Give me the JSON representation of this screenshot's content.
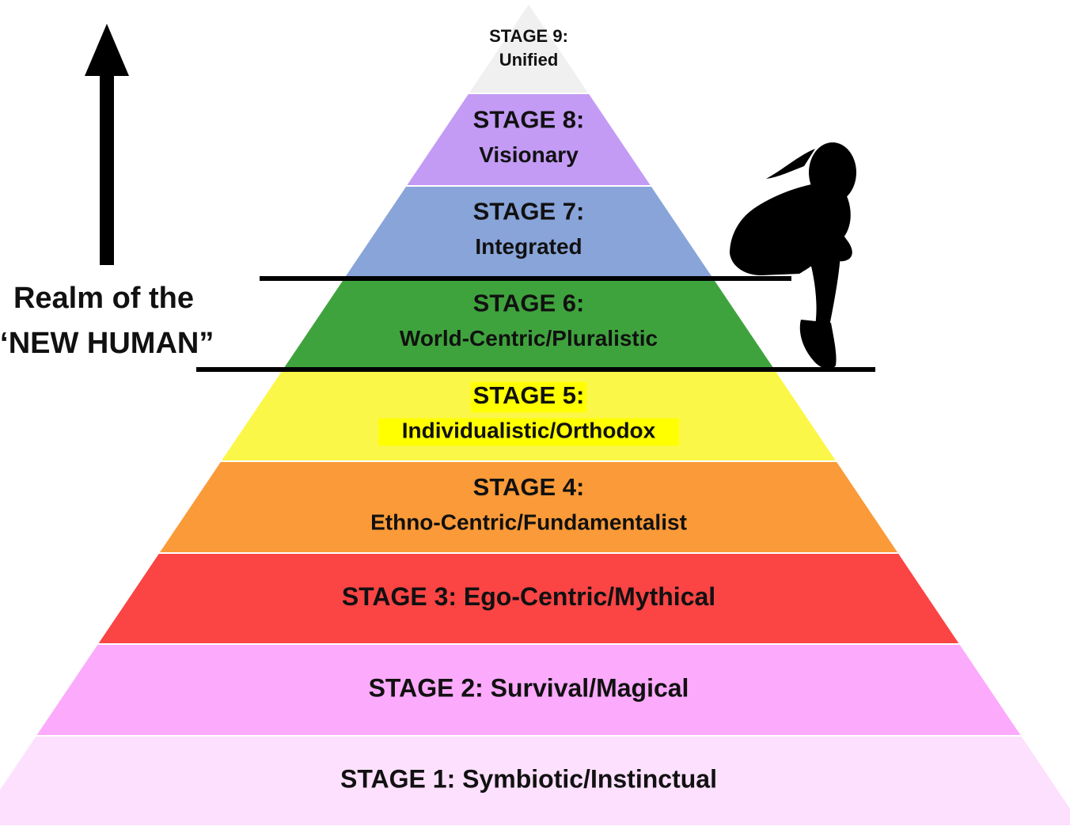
{
  "side_label": {
    "line1": "Realm of the",
    "line2": "“NEW HUMAN”"
  },
  "stages": [
    {
      "title": "STAGE 9:",
      "subtitle": "Unified",
      "color": "#f0f0f0"
    },
    {
      "title": "STAGE 8:",
      "subtitle": "Visionary",
      "color": "#c39bf5"
    },
    {
      "title": "STAGE 7:",
      "subtitle": "Integrated",
      "color": "#88a4d9"
    },
    {
      "title": "STAGE 6:",
      "subtitle": "World-Centric/Pluralistic",
      "color": "#3fa33d"
    },
    {
      "title": "STAGE 5:",
      "subtitle": "Individualistic/Orthodox",
      "color": "#fbf748",
      "highlight": "#ffff00"
    },
    {
      "title": "STAGE 4:",
      "subtitle": "Ethno-Centric/Fundamentalist",
      "color": "#fb9a38"
    },
    {
      "title": "STAGE 3: Ego-Centric/Mythical",
      "subtitle": "",
      "color": "#fb4444"
    },
    {
      "title": "STAGE 2: Survival/Magical",
      "subtitle": "",
      "color": "#fcaafc"
    },
    {
      "title": "STAGE 1: Symbiotic/Instinctual",
      "subtitle": "",
      "color": "#fde0fd"
    }
  ],
  "icons": {
    "arrow": "up-arrow-icon",
    "figure": "sitting-girl-silhouette-icon"
  }
}
